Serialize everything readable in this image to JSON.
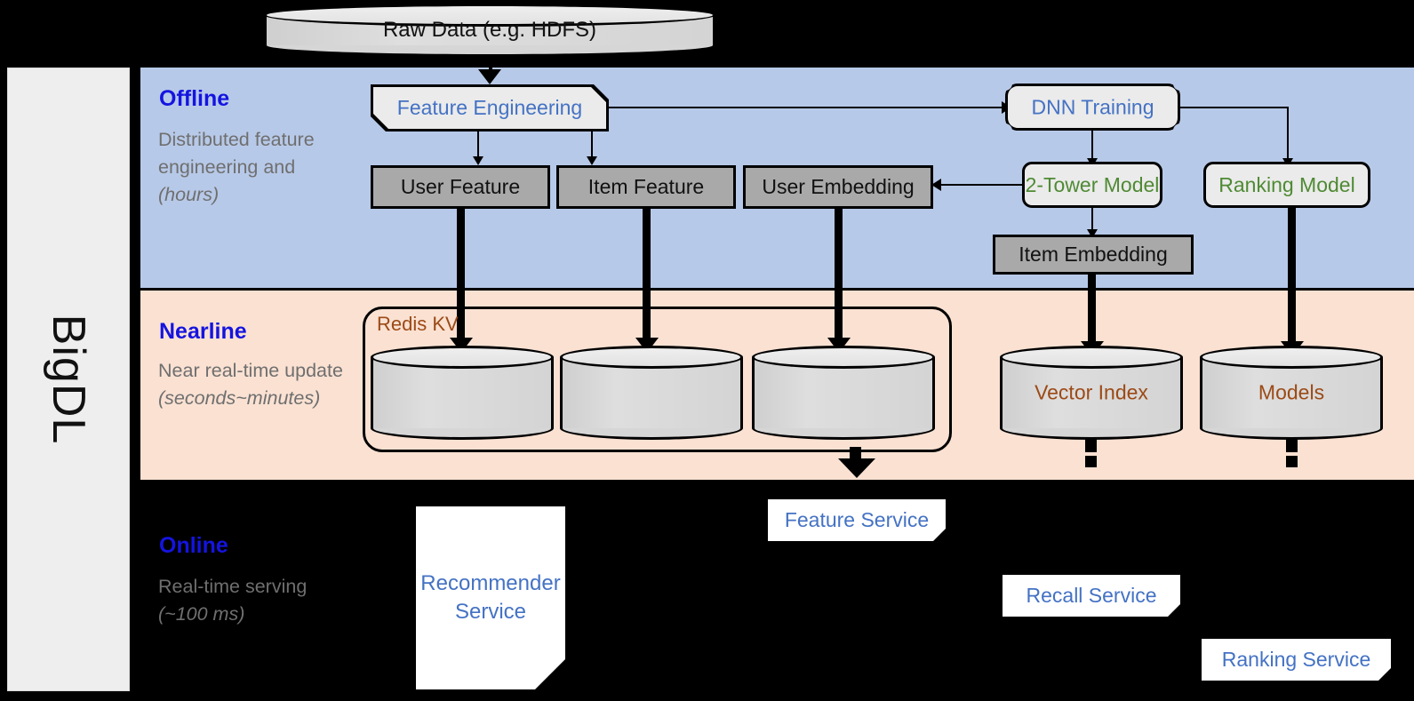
{
  "framework": {
    "name": "BigDL"
  },
  "source": {
    "label": "Raw Data (e.g. HDFS)"
  },
  "stages": [
    {
      "id": "offline",
      "title": "Offline",
      "description": "Distributed feature engineering and ",
      "latency": "(hours)"
    },
    {
      "id": "nearline",
      "title": "Nearline",
      "description": "Near real-time update ",
      "latency": "(seconds~minutes)"
    },
    {
      "id": "online",
      "title": "Online",
      "description": "Real-time serving ",
      "latency": "(~100 ms)"
    }
  ],
  "offline": {
    "feature_engineering": "Feature Engineering",
    "dnn_training": "DNN Training",
    "user_feature": "User Feature",
    "item_feature": "Item Feature",
    "user_embedding": "User Embedding",
    "two_tower_model": "2-Tower Model",
    "ranking_model": "Ranking Model",
    "item_embedding": "Item Embedding"
  },
  "nearline": {
    "redis_kv": "Redis KV",
    "store_user_feature": "",
    "store_item_feature": "",
    "store_user_embedding": "",
    "vector_index": "Vector Index",
    "models": "Models"
  },
  "online": {
    "recommender_service": "Recommender\nService",
    "feature_service": "Feature Service",
    "recall_service": "Recall Service",
    "ranking_service": "Ranking Service"
  },
  "colors": {
    "offline_band": "#b7c9e8",
    "nearline_band": "#fae1d2",
    "online_band": "#000000",
    "stage_title": "#1414e0",
    "stage_desc": "#6f6f6f",
    "blue_text": "#4472c4",
    "green_text": "#4f8a33",
    "brown_text": "#9c4a16",
    "gray_box": "#a9a9a9",
    "light_box": "#ebebeb",
    "rail": "#eeeeee"
  }
}
